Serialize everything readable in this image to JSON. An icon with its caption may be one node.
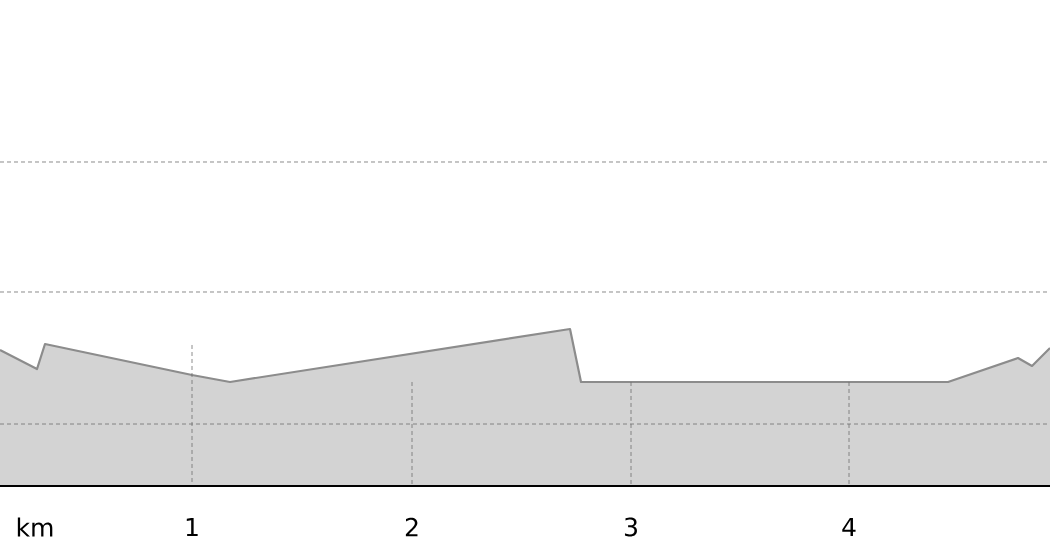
{
  "diagram": {
    "labels": [
      "km",
      "1",
      "2",
      "3",
      "4"
    ]
  }
}
